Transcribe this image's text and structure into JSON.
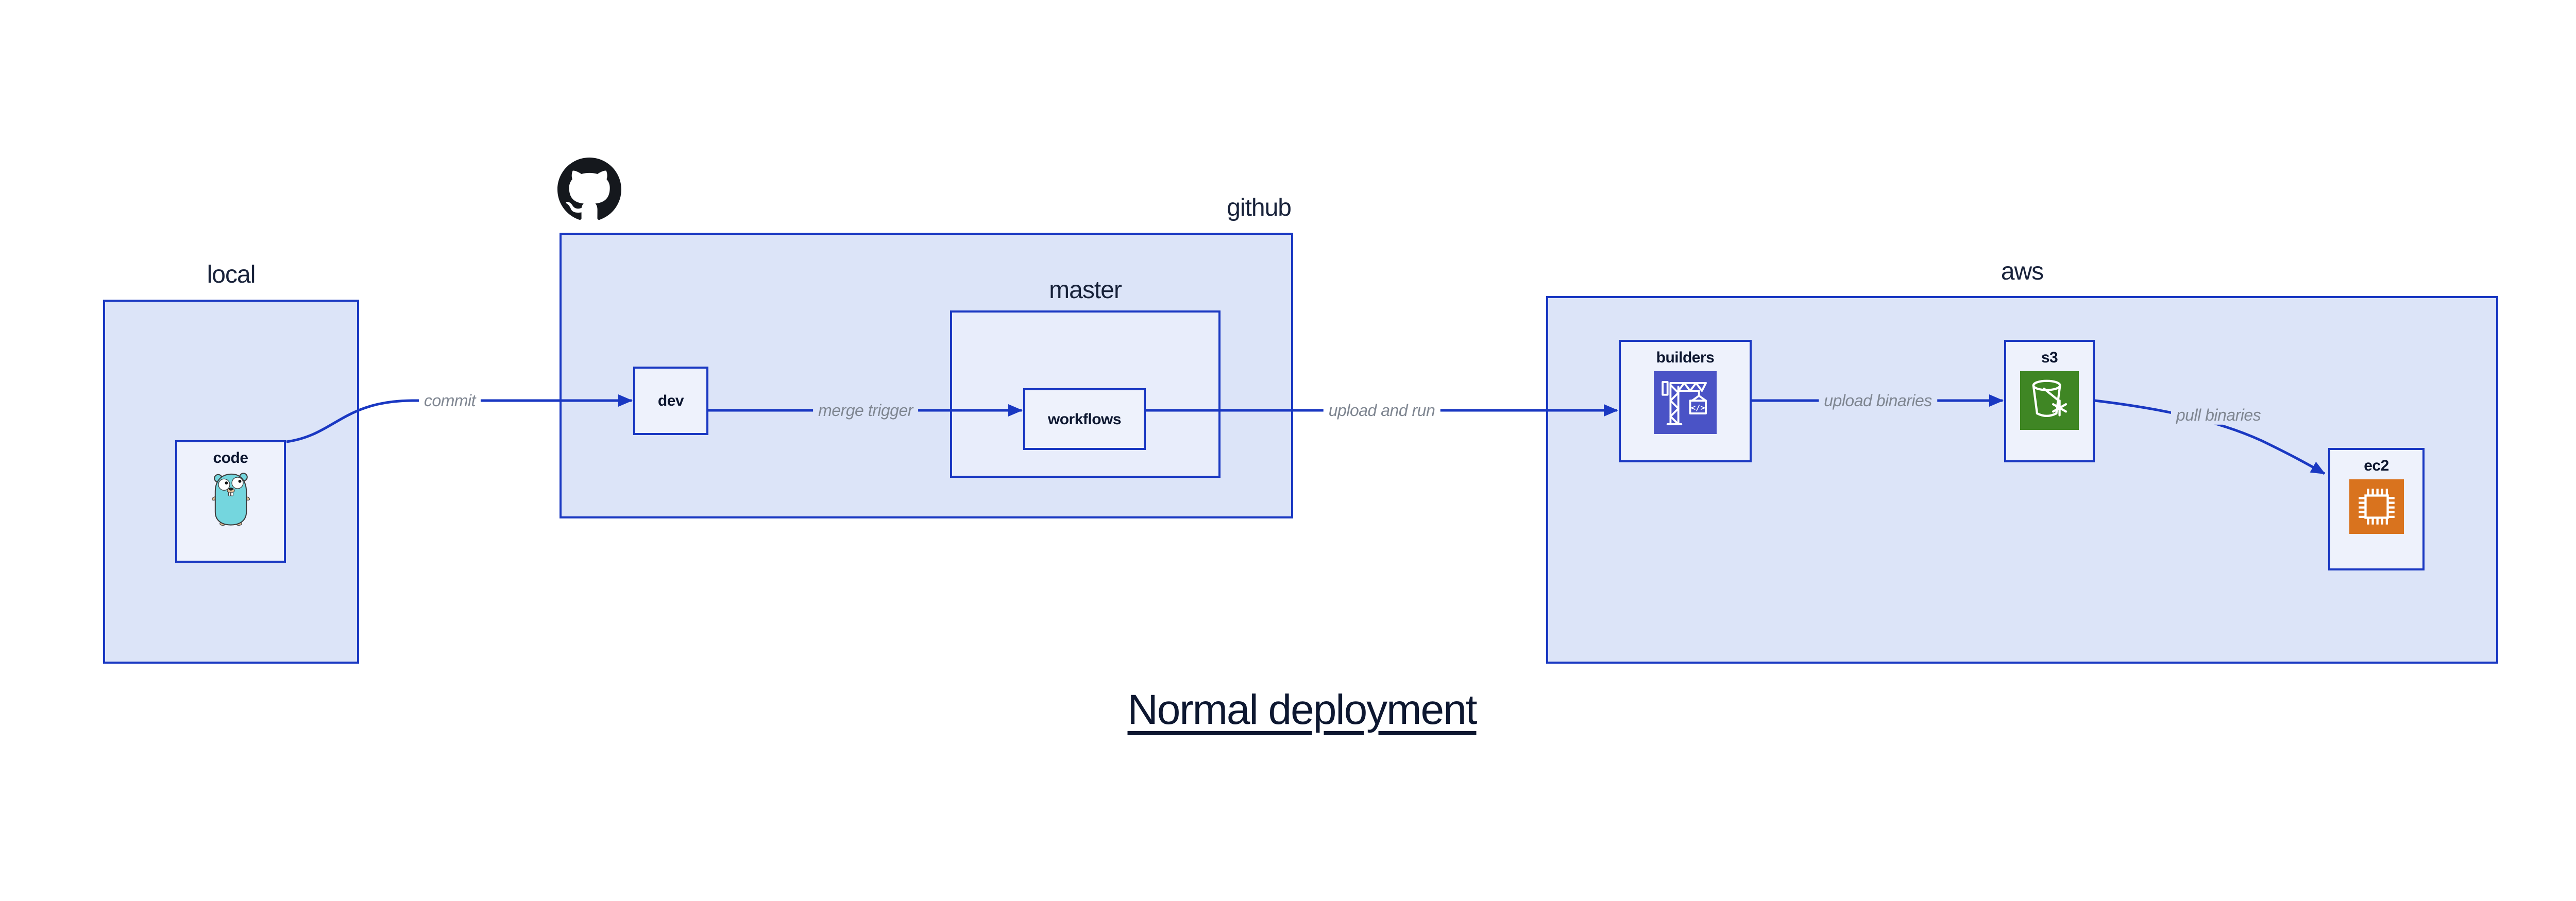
{
  "diagram": {
    "title": "Normal deployment",
    "containers": {
      "local": {
        "label": "local"
      },
      "github": {
        "label": "github",
        "icon": "octocat-mark"
      },
      "master": {
        "label": "master"
      },
      "aws": {
        "label": "aws"
      }
    },
    "nodes": {
      "code": {
        "label": "code",
        "icon": "go-gopher"
      },
      "dev": {
        "label": "dev"
      },
      "workflows": {
        "label": "workflows"
      },
      "builders": {
        "label": "builders",
        "icon": "aws-codebuild-crane",
        "icon_glyph": "</>"
      },
      "s3": {
        "label": "s3",
        "icon": "aws-s3-glacier-bucket"
      },
      "ec2": {
        "label": "ec2",
        "icon": "aws-ec2-chip"
      }
    },
    "edges": {
      "commit": {
        "label": "commit"
      },
      "merge_trigger": {
        "label": "merge trigger"
      },
      "upload_and_run": {
        "label": "upload and run"
      },
      "upload_binaries": {
        "label": "upload binaries"
      },
      "pull_binaries": {
        "label": "pull binaries"
      }
    },
    "colors": {
      "stroke_blue": "#1a38c2",
      "container_fill": "#dce4f8",
      "master_fill": "#e8edfb",
      "node_fill": "#eef2fc",
      "edge_label_gray": "#7f8691",
      "text_dark": "#0d1730",
      "codebuild_indigo": "#4a53c6",
      "glacier_green": "#3f8624",
      "ec2_orange": "#d9731e",
      "octocat_black": "#15181d",
      "gopher_teal": "#74d6de",
      "gopher_tan": "#e8c39a"
    }
  }
}
